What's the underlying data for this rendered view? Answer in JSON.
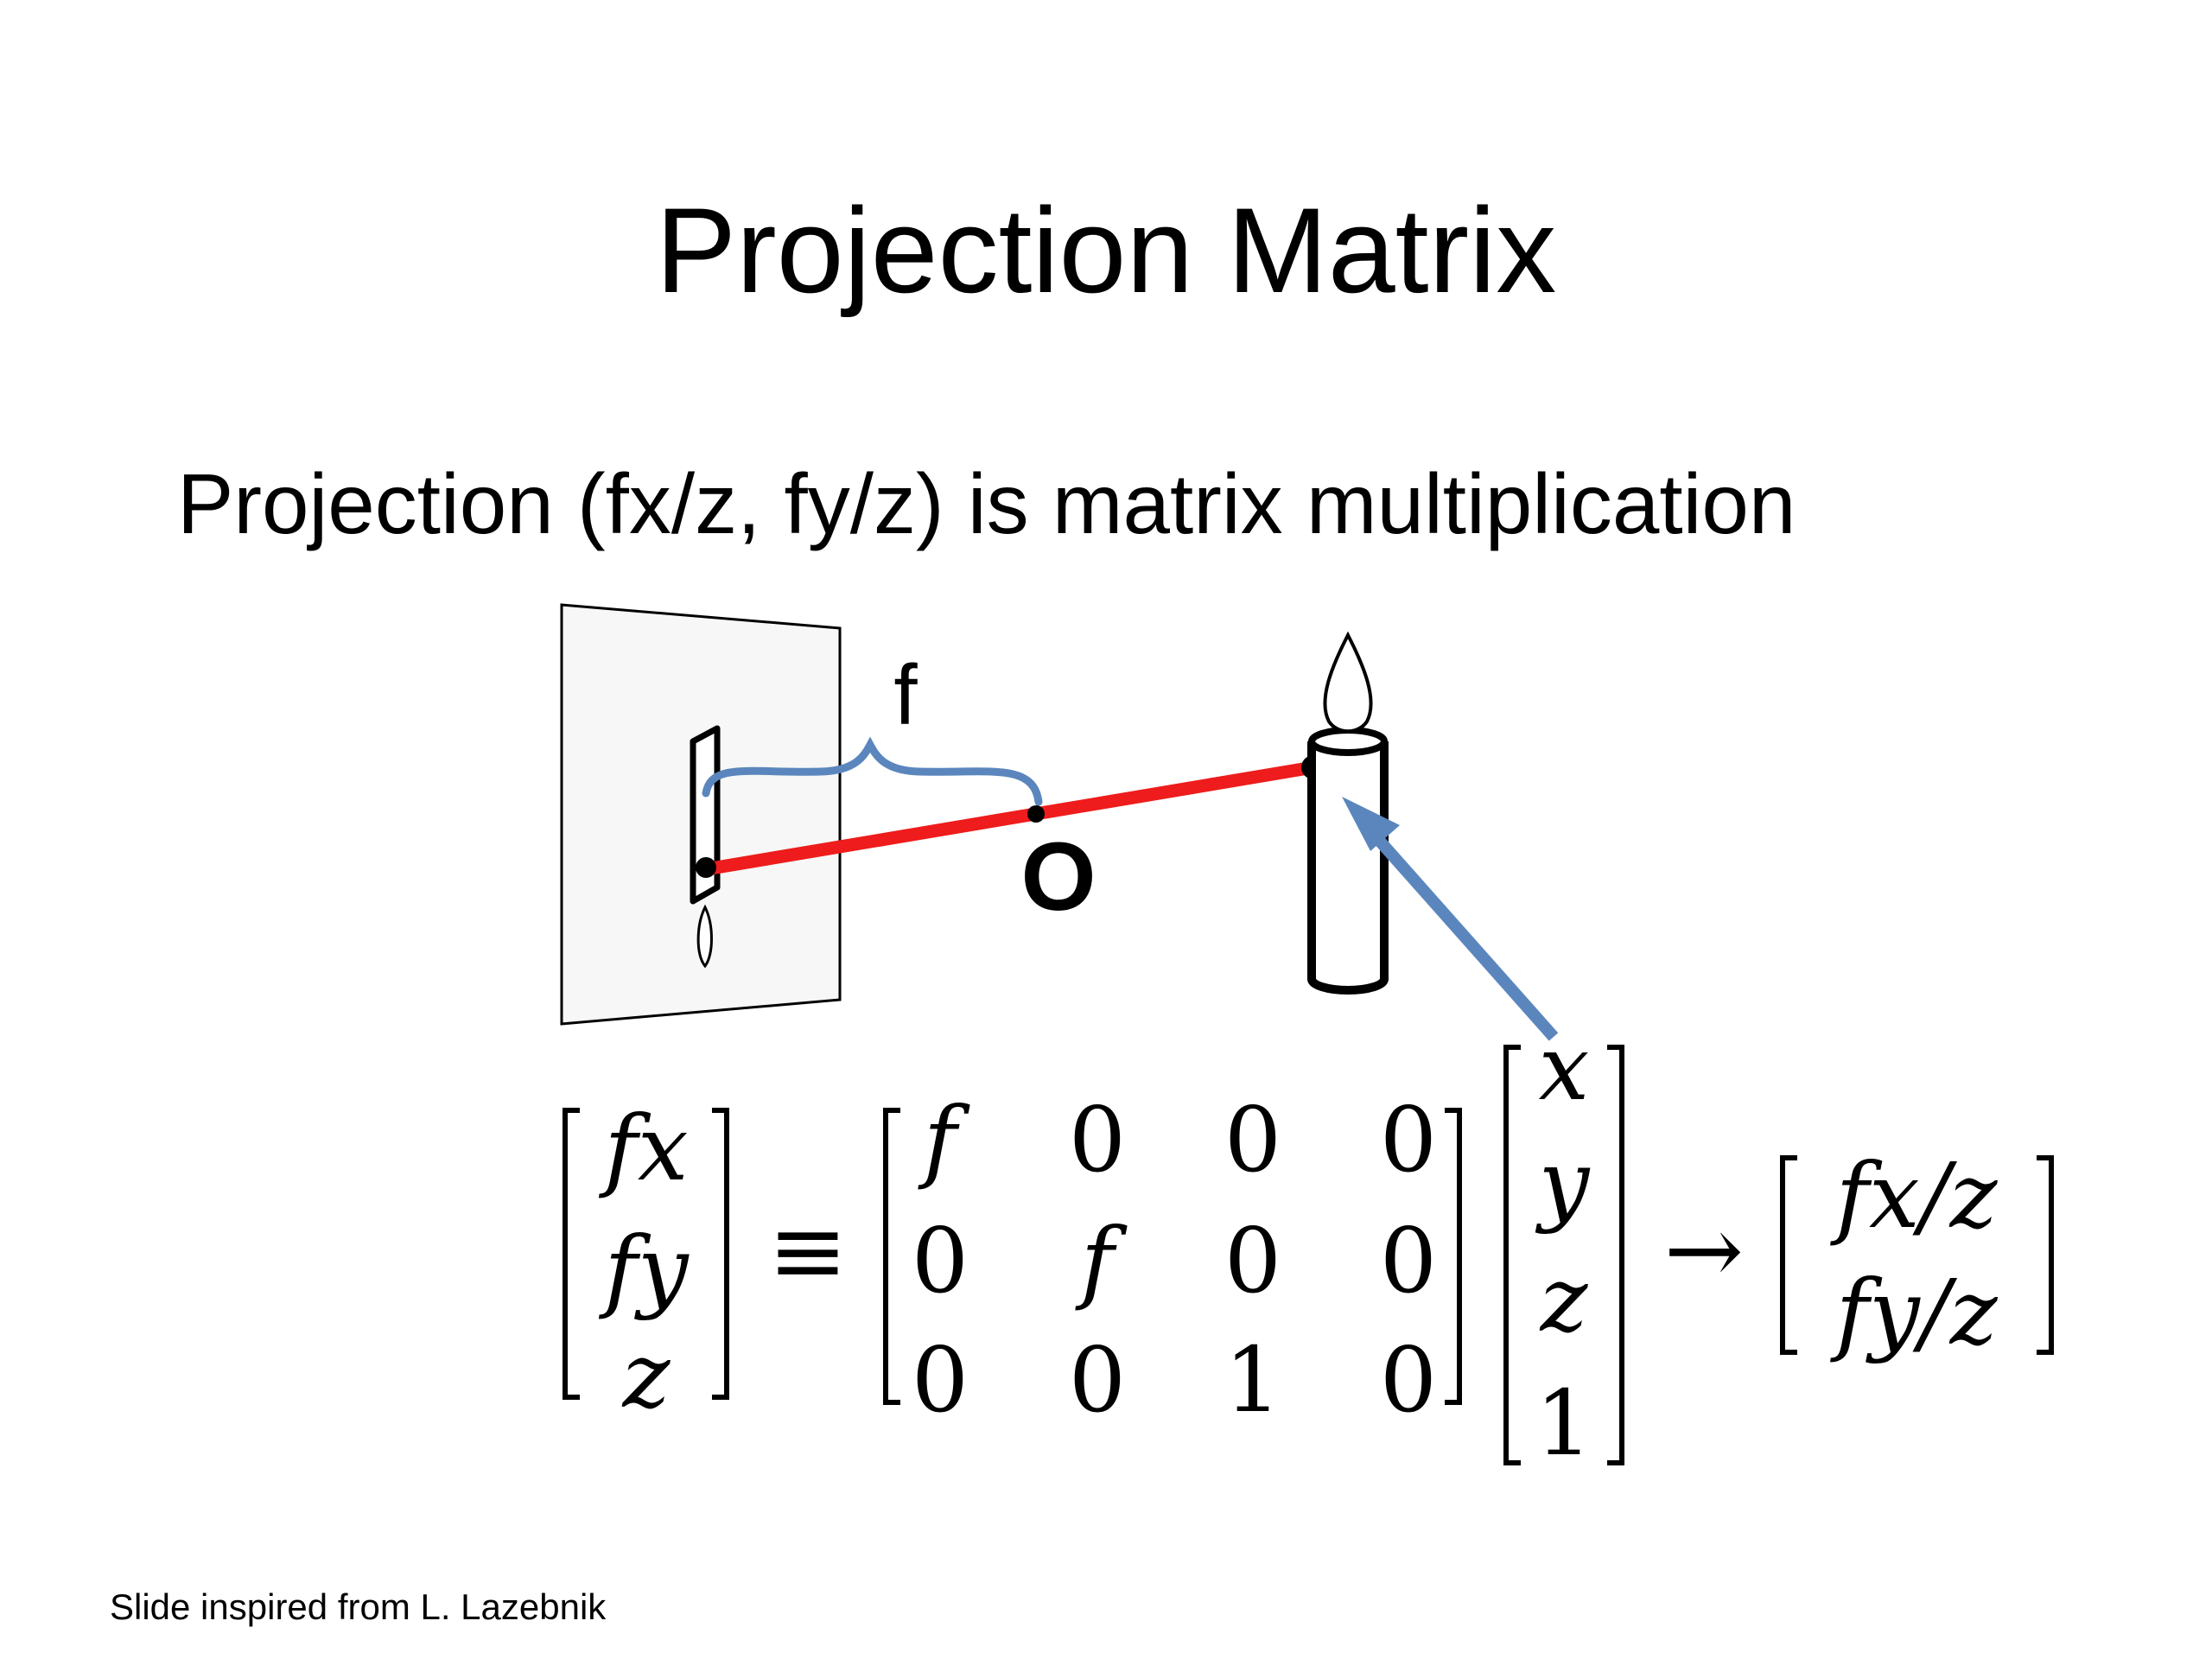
{
  "slide": {
    "title": "Projection Matrix",
    "subtitle": "Projection (fx/z, fy/z) is matrix multiplication",
    "credit": "Slide inspired from L. Lazebnik"
  },
  "diagram": {
    "focal_label": "f",
    "center_label": "O",
    "colors": {
      "ray": "#ee1c1c",
      "brace": "#5b86bd",
      "arrow": "#5b86bd",
      "image_plane": "#f7f7f7",
      "outline": "#000000"
    }
  },
  "equation": {
    "lhs": [
      "fx",
      "fy",
      "z"
    ],
    "equiv_symbol": "≡",
    "matrix": [
      [
        "f",
        "0",
        "0",
        "0"
      ],
      [
        "0",
        "f",
        "0",
        "0"
      ],
      [
        "0",
        "0",
        "1",
        "0"
      ]
    ],
    "point": [
      "x",
      "y",
      "z",
      "1"
    ],
    "arrow_symbol": "→",
    "result": [
      "fx/z",
      "fy/z"
    ]
  }
}
